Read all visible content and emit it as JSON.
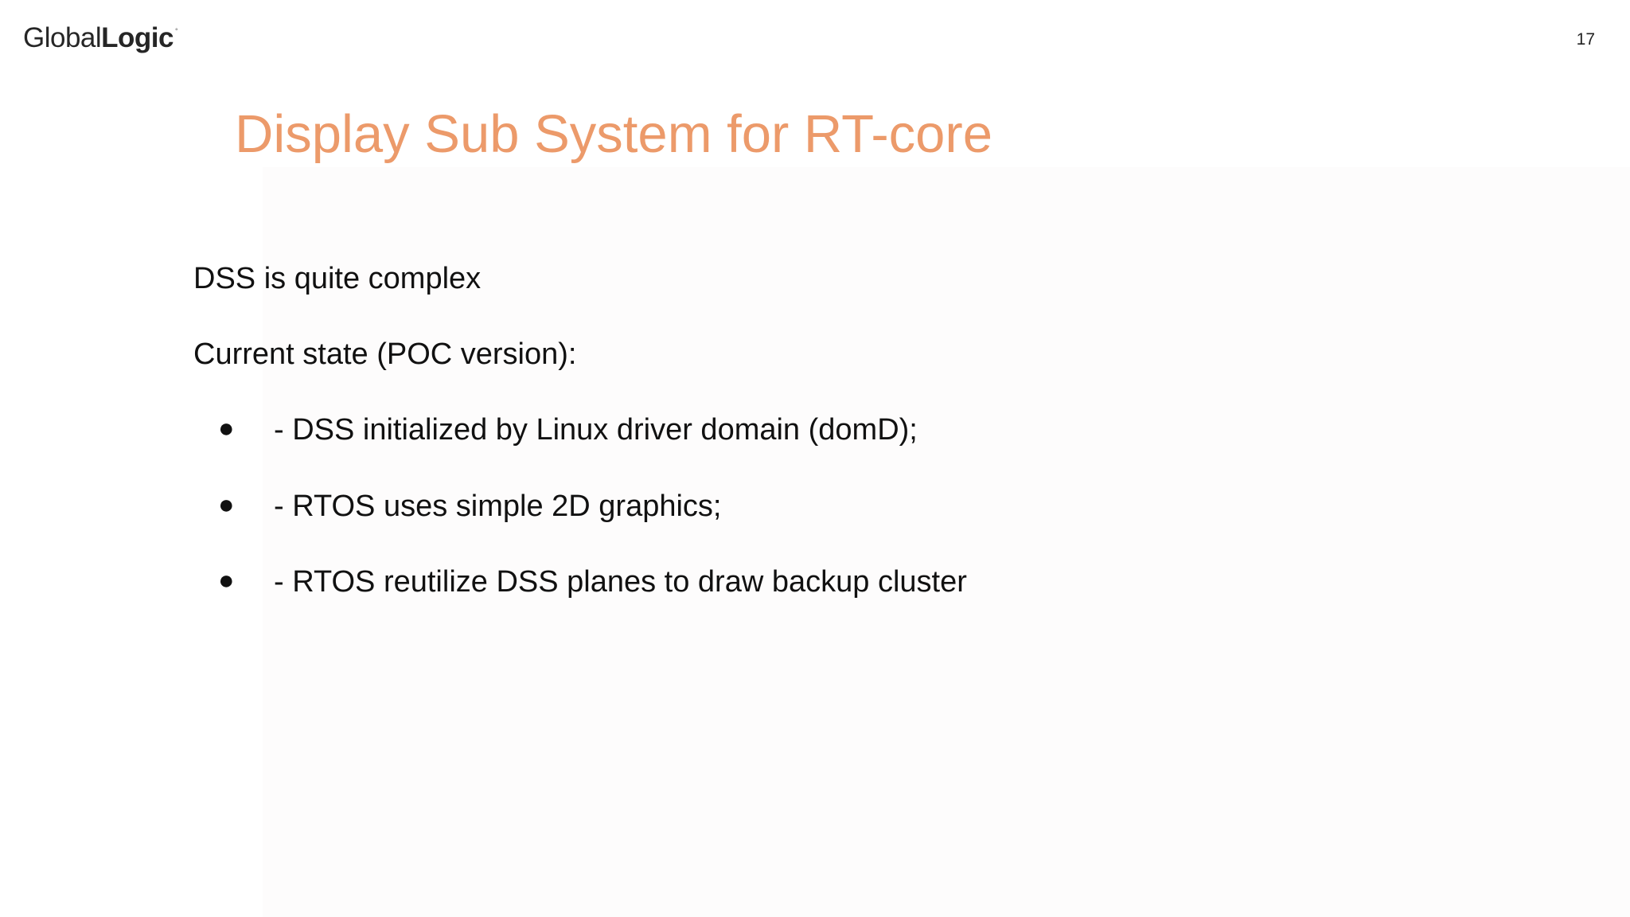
{
  "header": {
    "logo_regular": "Global",
    "logo_bold": "Logic",
    "logo_mark": "°",
    "page_number": "17"
  },
  "slide": {
    "title": "Display Sub System for RT-core",
    "paragraphs": [
      "DSS is quite complex",
      "Current state (POC version):"
    ],
    "bullet_symbol": "●",
    "bullets": [
      "- DSS initialized by Linux driver domain (domD);",
      "- RTOS uses simple 2D graphics;",
      "- RTOS reutilize DSS planes to draw backup cluster"
    ]
  },
  "colors": {
    "title": "#ec9a6a",
    "text": "#111111",
    "background": "#ffffff"
  }
}
